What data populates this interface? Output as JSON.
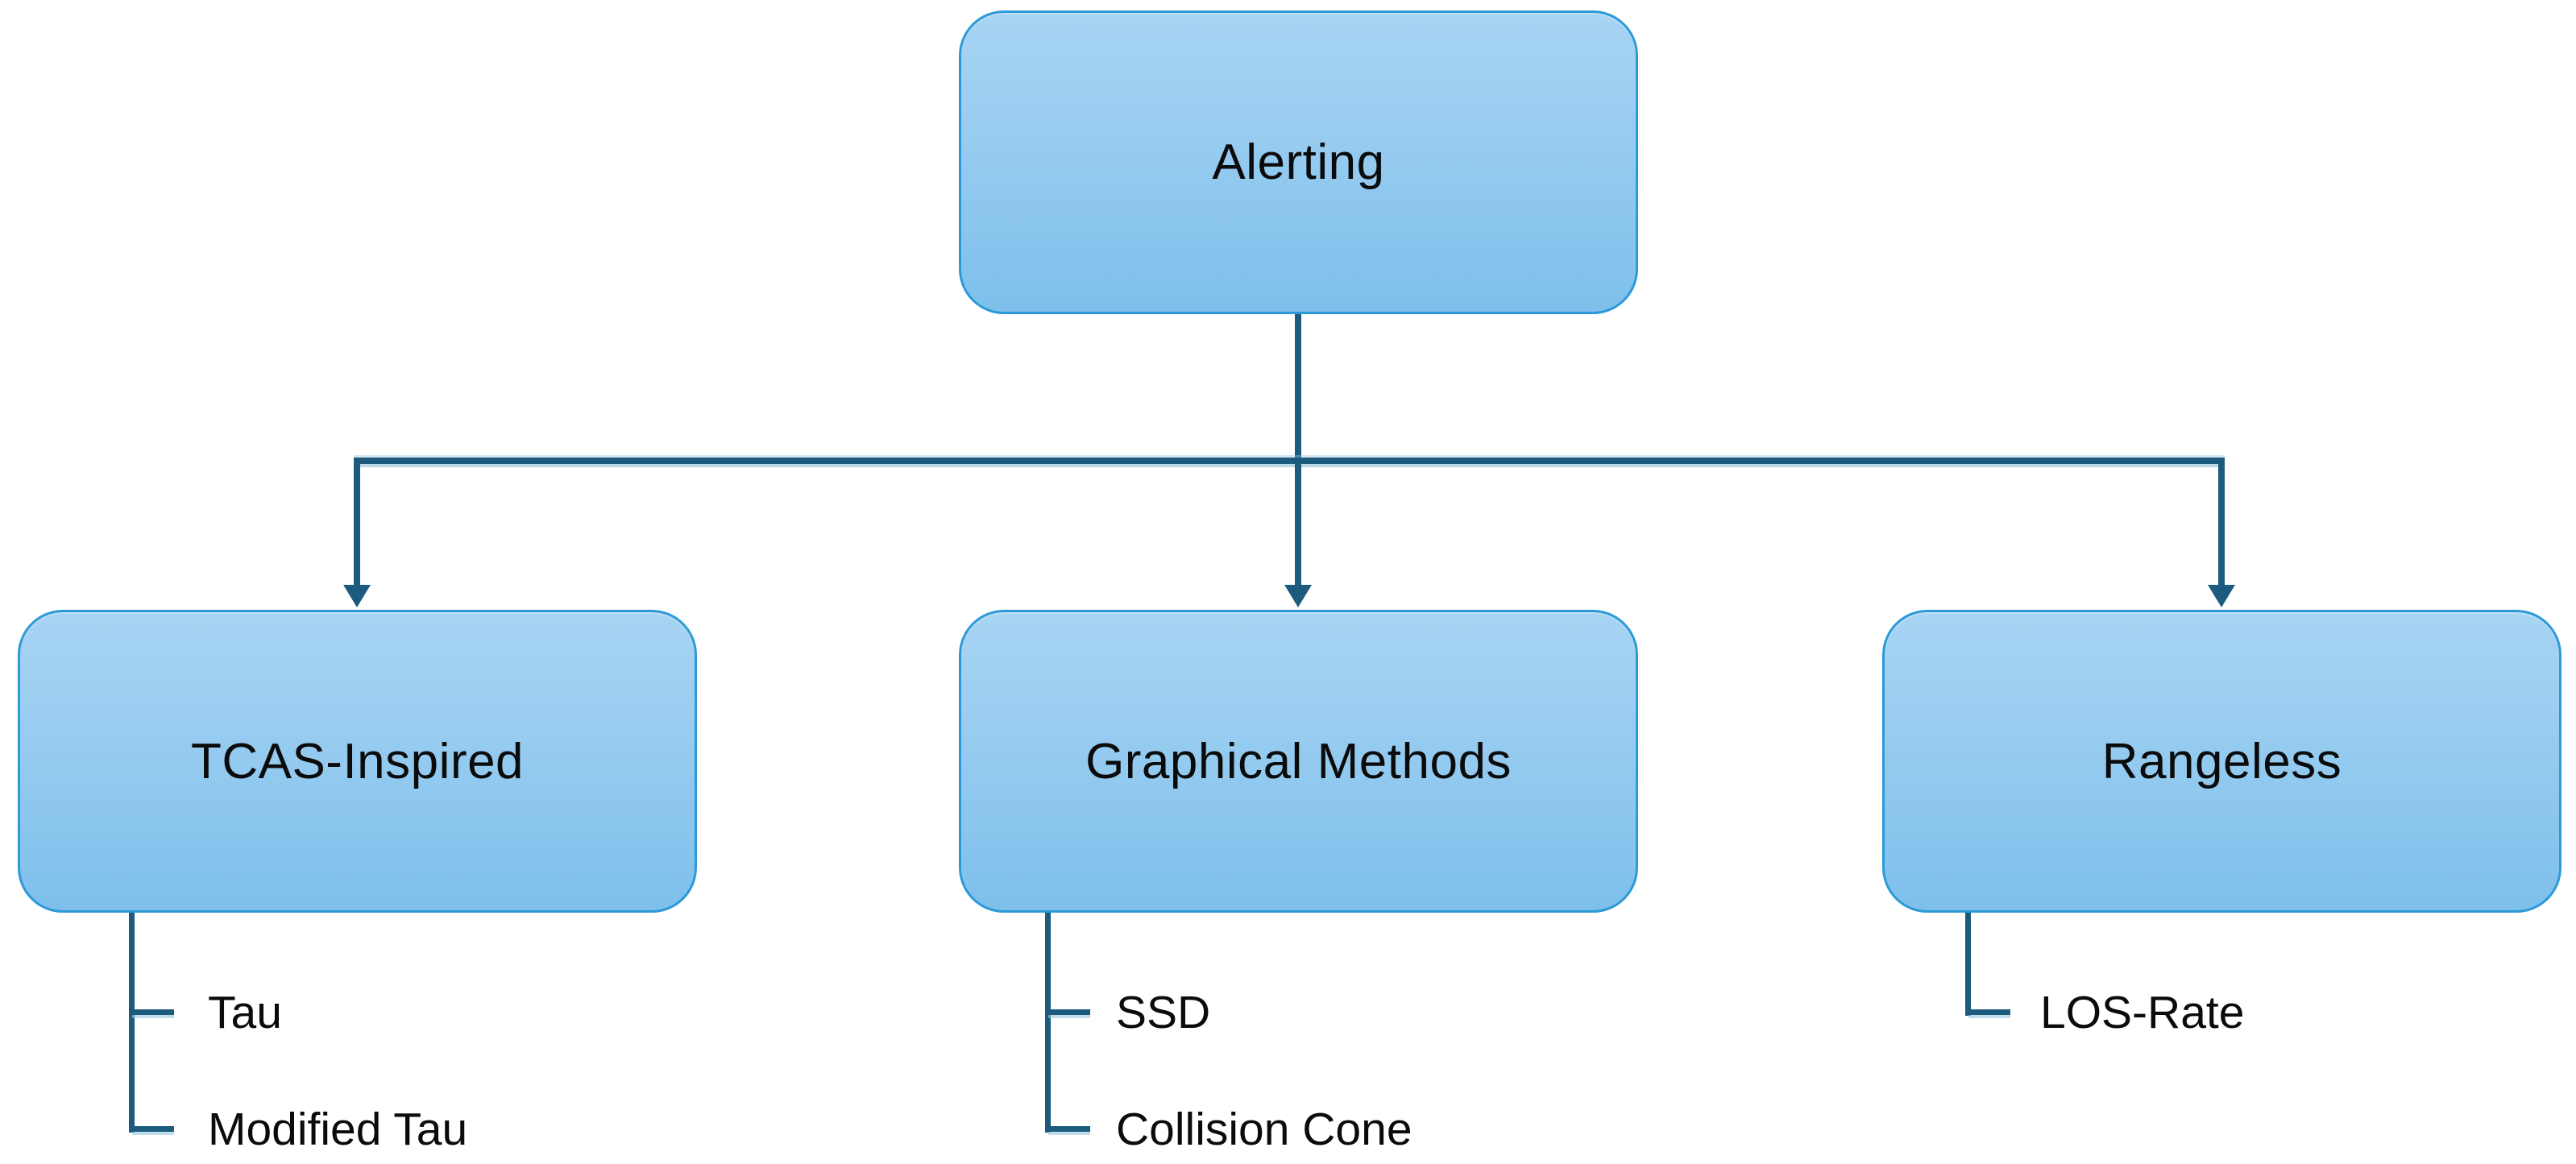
{
  "diagram": {
    "type": "hierarchy-tree",
    "root": {
      "label": "Alerting"
    },
    "branches": [
      {
        "label": "TCAS-Inspired",
        "children": [
          "Tau",
          "Modified Tau"
        ]
      },
      {
        "label": "Graphical Methods",
        "children": [
          "SSD",
          "Collision Cone"
        ]
      },
      {
        "label": "Rangeless",
        "children": [
          "LOS-Rate"
        ]
      }
    ],
    "colors": {
      "box_border": "#2d9ad8",
      "box_fill_top": "#a8d4f3",
      "box_fill_bottom": "#7ec0eb",
      "connector": "#1c5b7e",
      "connector_shadow": "#97c4dc",
      "text": "#0b0b0b",
      "background": "#ffffff"
    }
  }
}
